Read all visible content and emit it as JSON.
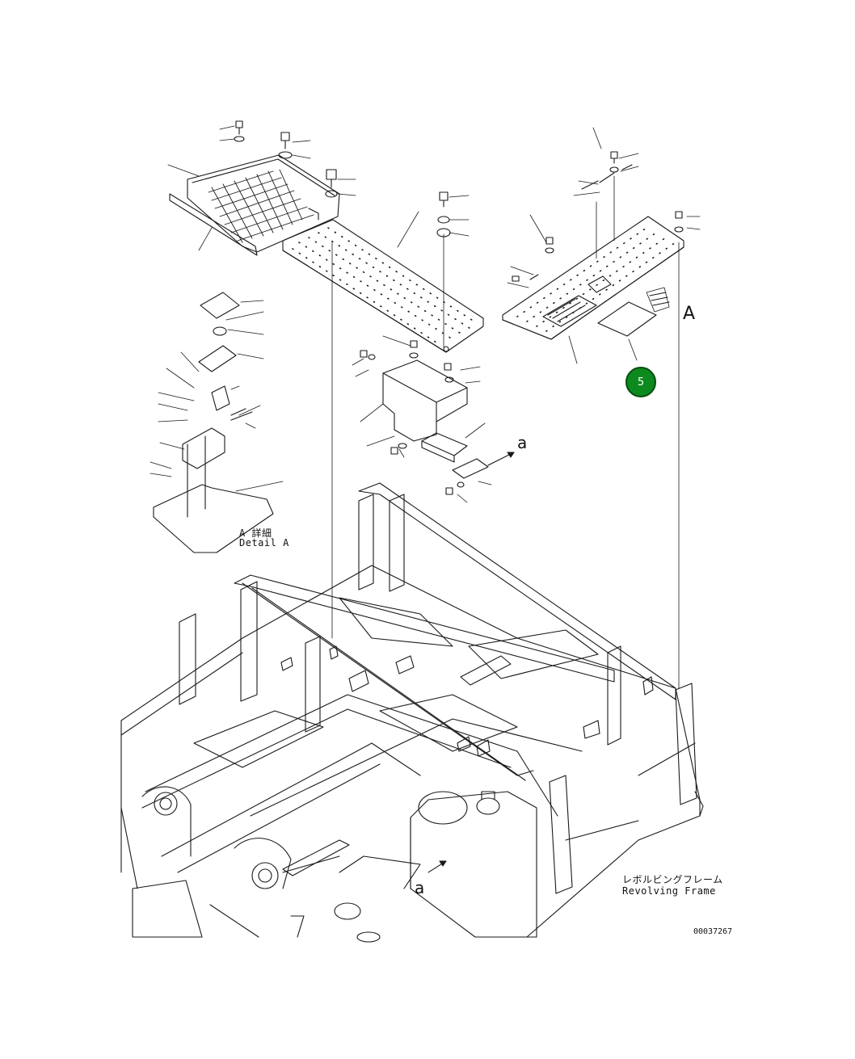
{
  "colors": {
    "line": "#1a1a1a",
    "callout_fill": "#0c8a1e",
    "background": "#ffffff"
  },
  "view_marker": "A",
  "section_marker_top": "a",
  "section_marker_bottom": "a",
  "detail": {
    "ja": "A 詳細",
    "en": "Detail A"
  },
  "frame": {
    "ja": "レボルビングフレーム",
    "en": "Revolving Frame"
  },
  "drawing_number": "00037267",
  "callout": {
    "number": "5"
  }
}
